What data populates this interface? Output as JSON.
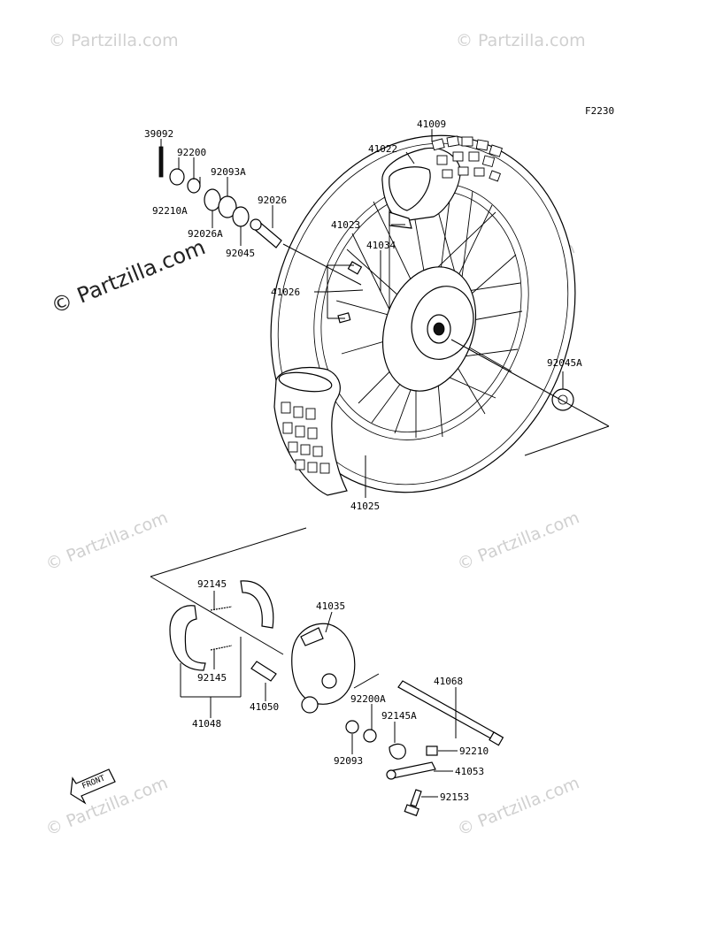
{
  "figure_code": "F2230",
  "watermark": "© Partzilla.com",
  "front_label": "FRONT",
  "labels": {
    "p39092": "39092",
    "p92200": "92200",
    "p92093A": "92093A",
    "p92210A": "92210A",
    "p92026A": "92026A",
    "p92026": "92026",
    "p92045": "92045",
    "p41009": "41009",
    "p41022": "41022",
    "p41023": "41023",
    "p41034": "41034",
    "p41026": "41026",
    "p92045A": "92045A",
    "p41025": "41025",
    "p92145_top": "92145",
    "p92145_bottom": "92145",
    "p41048": "41048",
    "p41050": "41050",
    "p41035": "41035",
    "p41068": "41068",
    "p92200A": "92200A",
    "p92145A": "92145A",
    "p92093": "92093",
    "p92210": "92210",
    "p41053": "41053",
    "p92153": "92153"
  }
}
